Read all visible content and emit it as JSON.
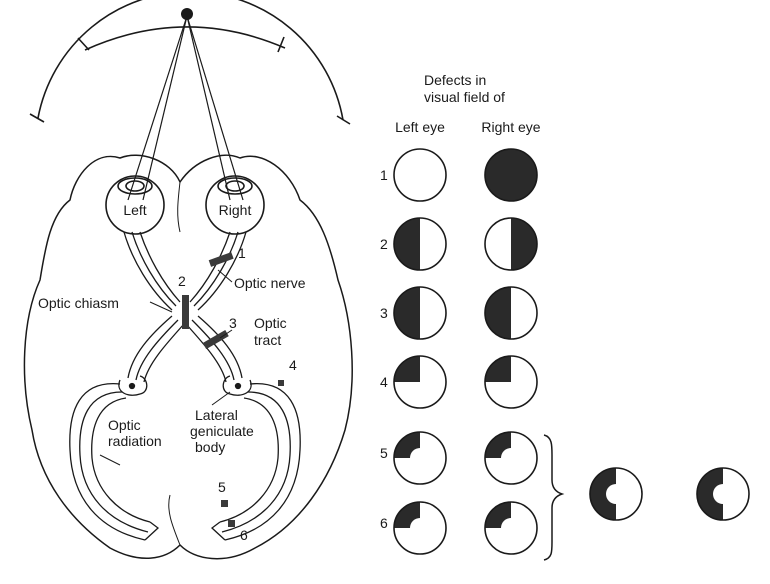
{
  "brain": {
    "eye_left": "Left",
    "eye_right": "Right",
    "optic_nerve": "Optic nerve",
    "optic_chiasm": "Optic chiasm",
    "optic_tract_1": "Optic",
    "optic_tract_2": "tract",
    "optic_radiation_1": "Optic",
    "optic_radiation_2": "radiation",
    "lgb_1": "Lateral",
    "lgb_2": "geniculate",
    "lgb_3": "body"
  },
  "lesion_numbers": [
    "1",
    "2",
    "3",
    "4",
    "5",
    "6"
  ],
  "defects": {
    "title_1": "Defects in",
    "title_2": "visual field of",
    "left_eye": "Left eye",
    "right_eye": "Right eye",
    "rows": [
      {
        "number": "1",
        "left": "none",
        "right": "full"
      },
      {
        "number": "2",
        "left": "left-half",
        "right": "right-half"
      },
      {
        "number": "3",
        "left": "left-half",
        "right": "left-half"
      },
      {
        "number": "4",
        "left": "upper-left-quadrant",
        "right": "upper-left-quadrant"
      },
      {
        "number": "5",
        "left": "upper-left-quadrant-macular-sparing",
        "right": "upper-left-quadrant-macular-sparing"
      },
      {
        "number": "6",
        "left": "upper-left-quadrant-macular-sparing",
        "right": "upper-left-quadrant-macular-sparing"
      }
    ],
    "combined": {
      "left": "left-half-macular-sparing",
      "right": "left-half-macular-sparing"
    }
  },
  "colors": {
    "ink": "#1a1a1a",
    "fill": "#2a2a2a",
    "paper": "#ffffff"
  }
}
